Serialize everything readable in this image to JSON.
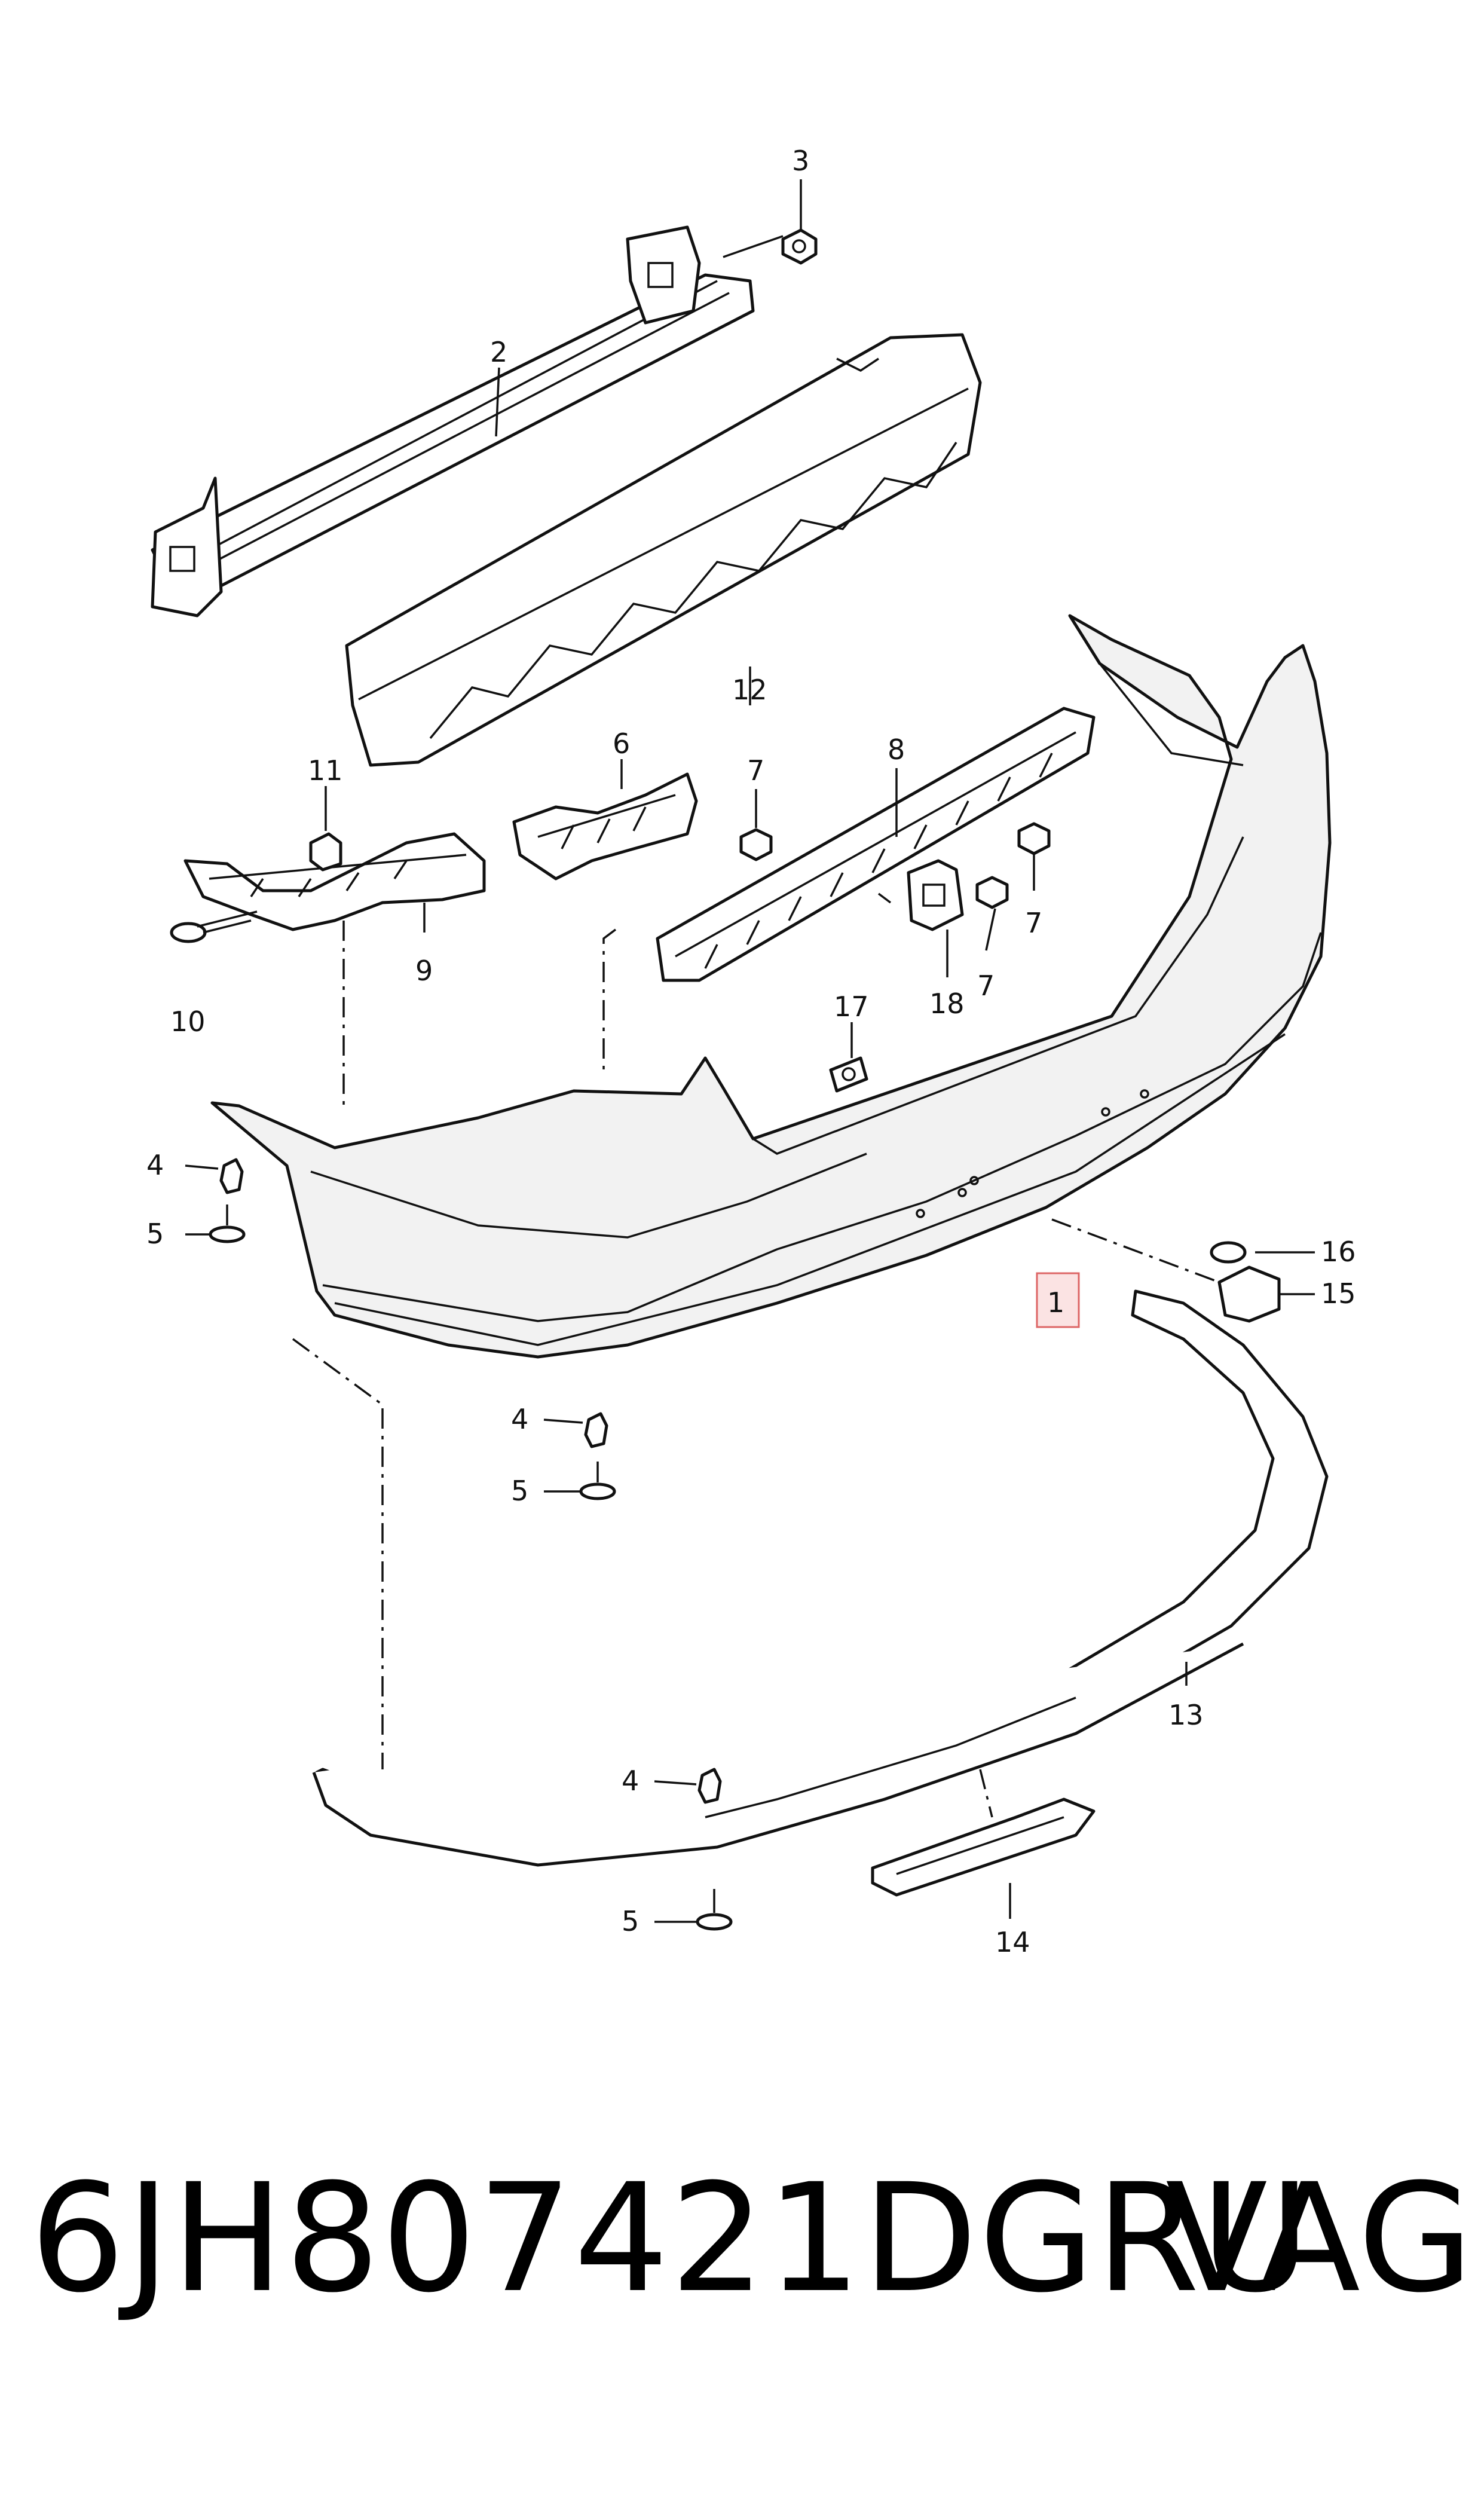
{
  "diagram": {
    "callouts": {
      "c1": "1",
      "c2": "2",
      "c3": "3",
      "c4a": "4",
      "c4b": "4",
      "c4c": "4",
      "c5a": "5",
      "c5b": "5",
      "c5c": "5",
      "c6": "6",
      "c7a": "7",
      "c7b": "7",
      "c7c": "7",
      "c8": "8",
      "c9": "9",
      "c10": "10",
      "c11": "11",
      "c12": "12",
      "c13": "13",
      "c14": "14",
      "c15": "15",
      "c16": "16",
      "c17": "17",
      "c18": "18"
    },
    "highlighted_part": "1"
  },
  "footer": {
    "part_number": "6JH807421DGRU",
    "brand": "VAG"
  }
}
